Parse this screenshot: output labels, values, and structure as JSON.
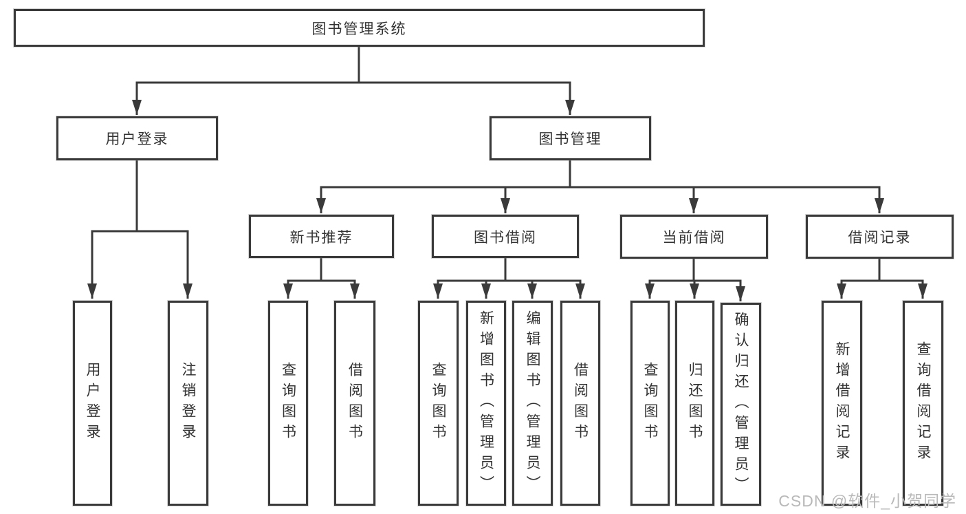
{
  "diagram": {
    "type": "hierarchy-tree",
    "colors": {
      "line": "#3a3a3a",
      "box_border": "#3a3a3a",
      "text": "#333333",
      "background": "#ffffff",
      "watermark": "#b9b9b9"
    },
    "tree": {
      "label": "图书管理系统",
      "children": [
        {
          "label": "用户登录",
          "children": [
            {
              "label": "用户登录"
            },
            {
              "label": "注销登录"
            }
          ]
        },
        {
          "label": "图书管理",
          "children": [
            {
              "label": "新书推荐",
              "children": [
                {
                  "label": "查询图书"
                },
                {
                  "label": "借阅图书"
                }
              ]
            },
            {
              "label": "图书借阅",
              "children": [
                {
                  "label": "查询图书"
                },
                {
                  "label": "新增图书（管理员）"
                },
                {
                  "label": "编辑图书（管理员）"
                },
                {
                  "label": "借阅图书"
                }
              ]
            },
            {
              "label": "当前借阅",
              "children": [
                {
                  "label": "查询图书"
                },
                {
                  "label": "归还图书"
                },
                {
                  "label": "确认归还（管理员）"
                }
              ]
            },
            {
              "label": "借阅记录",
              "children": [
                {
                  "label": "新增借阅记录"
                },
                {
                  "label": "查询借阅记录"
                }
              ]
            }
          ]
        }
      ]
    },
    "watermark": "CSDN @软件_小贺同学"
  }
}
